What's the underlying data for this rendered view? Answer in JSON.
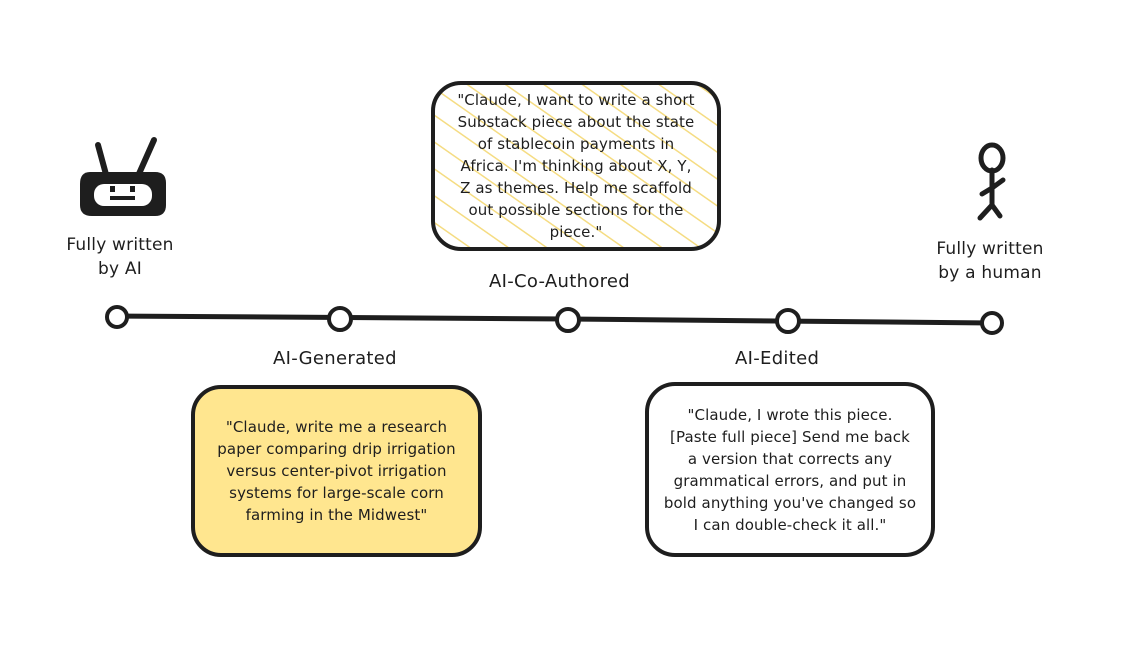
{
  "diagram": {
    "left_end": {
      "label_line1": "Fully written",
      "label_line2": "by AI",
      "icon": "robot-icon"
    },
    "right_end": {
      "label_line1": "Fully written",
      "label_line2": "by a human",
      "icon": "stick-figure-icon"
    },
    "stages": [
      {
        "label": "AI-Generated"
      },
      {
        "label": "AI-Co-Authored"
      },
      {
        "label": "AI-Edited"
      }
    ],
    "quotes": {
      "generated": "\"Claude, write me a research paper comparing drip irrigation versus center-pivot irrigation systems for large-scale corn farming in the Midwest\"",
      "coauthored": "\"Claude, I want to write a short Substack piece about the state of stablecoin payments in Africa. I'm thinking about X, Y, Z as themes. Help me scaffold out possible sections for the piece.\"",
      "edited": "\"Claude, I wrote this piece. [Paste full piece] Send me back a version that corrects any grammatical errors, and put in bold anything you've changed so I can double-check it all.\""
    },
    "colors": {
      "stroke": "#1e1e1e",
      "generated_fill": "#ffe68f",
      "coauthored_hatch": "#f5dc82",
      "node_fill": "#ffffff"
    }
  }
}
